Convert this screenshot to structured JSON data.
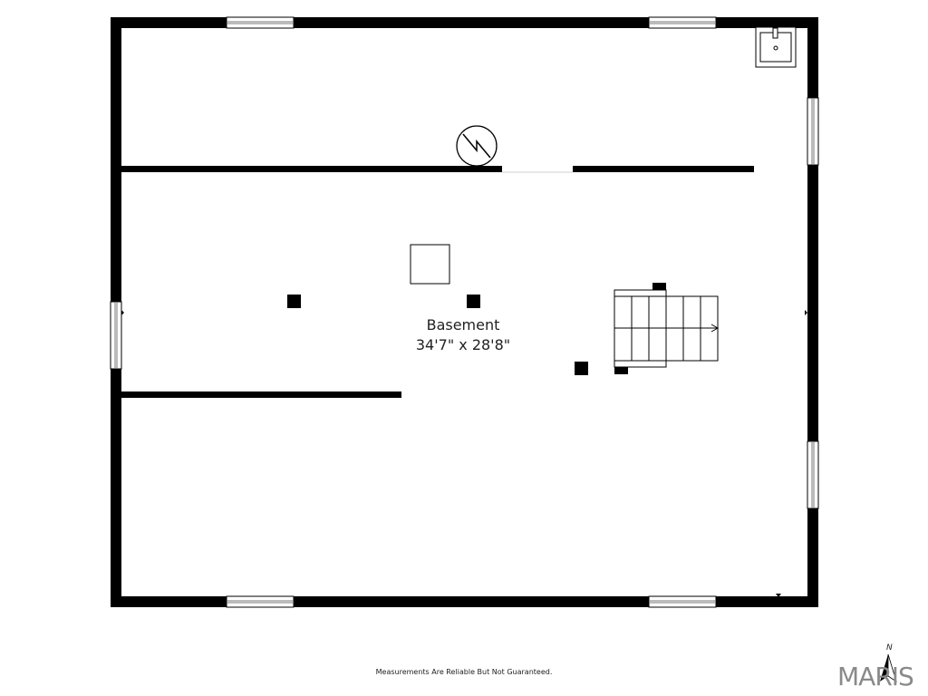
{
  "room": {
    "name": "Basement",
    "dimensions": "34'7\" x 28'8\""
  },
  "footer": {
    "disclaimer": "Measurements Are Reliable But Not Guaranteed.",
    "brand": "MARIS"
  },
  "compass": {
    "north_label": "N"
  },
  "colors": {
    "wall": "#000000",
    "background": "#ffffff",
    "brand": "#8a8a8a",
    "text": "#222222"
  },
  "icons": {
    "water_heater": "water-heater-icon",
    "sink": "utility-sink-icon",
    "stairs": "stairs-icon",
    "compass": "north-arrow-icon"
  }
}
